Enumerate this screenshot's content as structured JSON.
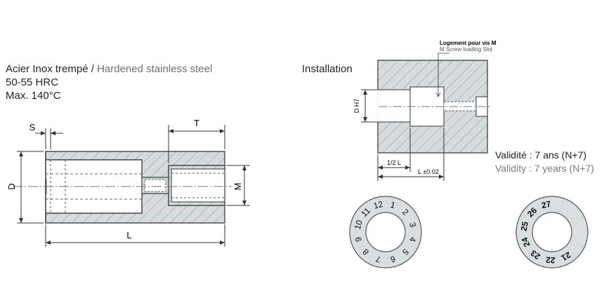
{
  "material": {
    "fr": "Acier Inox trempé /",
    "en": "Hardened stainless steel",
    "hardness": "50-55 HRC",
    "max_temp": "Max. 140°C"
  },
  "dimensions": {
    "s": "S",
    "t": "T",
    "d": "D",
    "m": "M",
    "l": "L"
  },
  "installation": {
    "title": "Installation",
    "slot_fr": "Logement pour vis M",
    "slot_en": "M Screw loading Slot",
    "dh7": "D H7",
    "half_l": "1/2 L",
    "l_tol": "L ±0.02"
  },
  "validity": {
    "fr": "Validité : 7 ans (N+7)",
    "en": "Validity : 7 years (N+7)"
  },
  "month_ring": [
    "1",
    "2",
    "3",
    "4",
    "5",
    "6",
    "7",
    "8",
    "9",
    "10",
    "11",
    "12"
  ],
  "year_ring": [
    "21",
    "22",
    "23",
    "24",
    "25",
    "26",
    "27"
  ],
  "colors": {
    "hatch_fill": "#d6dcdd",
    "hatch_line": "#8d979a",
    "ring_fill": "#d9dfe0",
    "text_grey": "#6e6e6e"
  }
}
